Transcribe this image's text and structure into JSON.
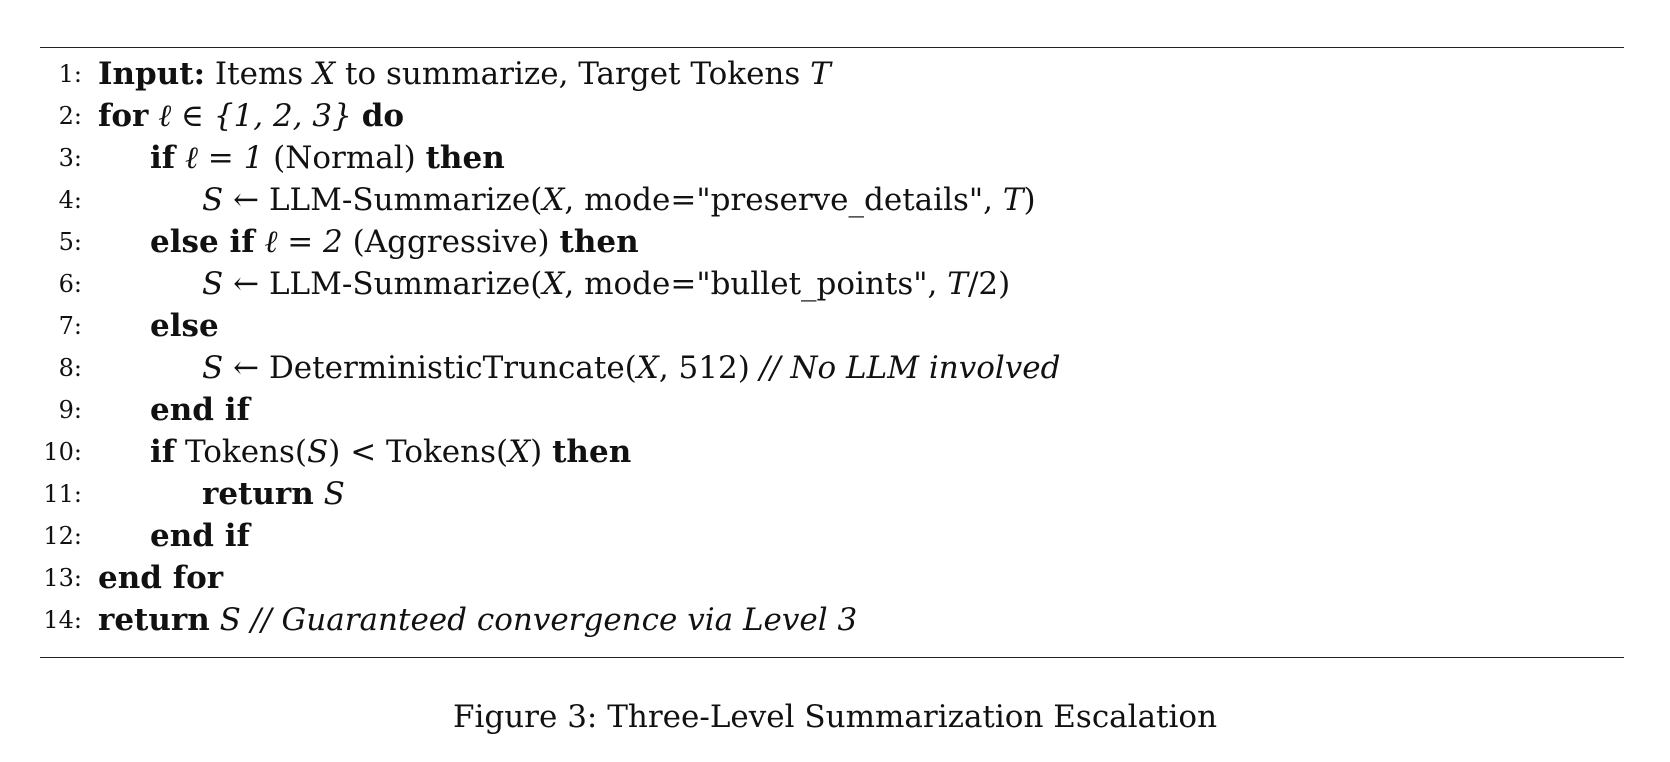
{
  "algorithm": {
    "line_numbers": [
      "1:",
      "2:",
      "3:",
      "4:",
      "5:",
      "6:",
      "7:",
      "8:",
      "9:",
      "10:",
      "11:",
      "12:",
      "13:",
      "14:"
    ],
    "input_kw": "Input:",
    "input_text_1": "Items ",
    "input_var_x": "X",
    "input_text_2": " to summarize, Target Tokens ",
    "input_var_t": "T",
    "for_kw": "for",
    "for_expr": "ℓ ∈ {1, 2, 3}",
    "do_kw": "do",
    "if_kw": "if",
    "if1_expr": "ℓ = 1",
    "if1_label": " (Normal) ",
    "then_kw": "then",
    "s_var": "S",
    "assign_arrow": " ← ",
    "line4_call": "LLM-Summarize(",
    "line4_args": "X",
    "line4_rest": ", mode=\"preserve_details\", ",
    "line4_t": "T",
    "line4_close": ")",
    "elseif_kw": "else if",
    "if2_expr": "ℓ = 2",
    "if2_label": " (Aggressive) ",
    "line6_call": "LLM-Summarize(",
    "line6_x": "X",
    "line6_rest": ", mode=\"bullet_points\", ",
    "line6_t": "T",
    "line6_close": "/2)",
    "else_kw": "else",
    "line8_call": "DeterministicTruncate(",
    "line8_x": "X",
    "line8_rest": ", 512) ",
    "line8_comment": "// No LLM involved",
    "endif_kw": "end if",
    "line10_tokens_s_open": " Tokens(",
    "line10_tokens_s_close": ") < Tokens(",
    "line10_tokens_x_close": ") ",
    "return_kw": "return",
    "endfor_kw": "end for",
    "line14_comment": " // Guaranteed convergence via Level 3"
  },
  "caption": "Figure 3:  Three-Level Summarization Escalation"
}
